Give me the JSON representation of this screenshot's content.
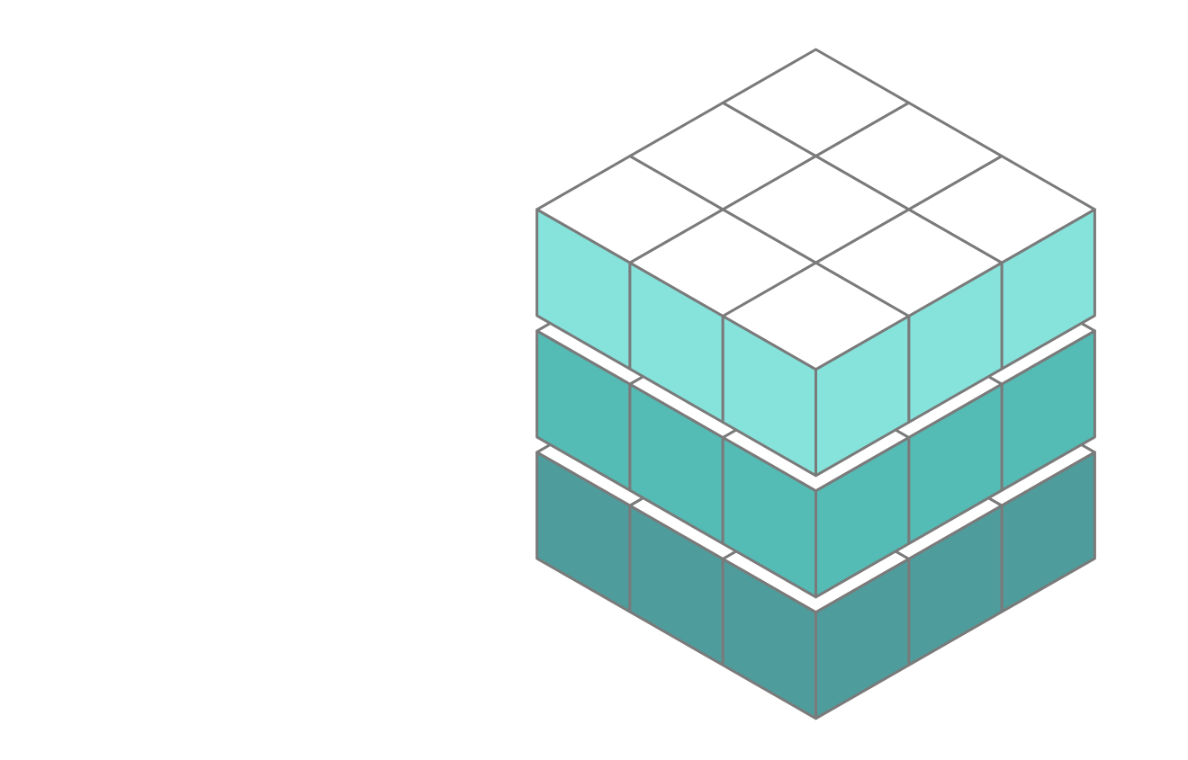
{
  "diagram": {
    "type": "isometric-layered-cube",
    "grid": {
      "rows": 3,
      "columns": 3,
      "layers": 3
    },
    "layers": [
      {
        "name": "top",
        "left_color": "#86e3dc",
        "right_color": "#86e3dc",
        "top_color": "#ffffff"
      },
      {
        "name": "middle",
        "left_color": "#55bbb5",
        "right_color": "#55bbb5",
        "top_color": "#ffffff"
      },
      {
        "name": "bottom",
        "left_color": "#4f9c9c",
        "right_color": "#4f9c9c",
        "top_color": "#ffffff"
      }
    ],
    "edge_color": "#7a7a7a"
  }
}
